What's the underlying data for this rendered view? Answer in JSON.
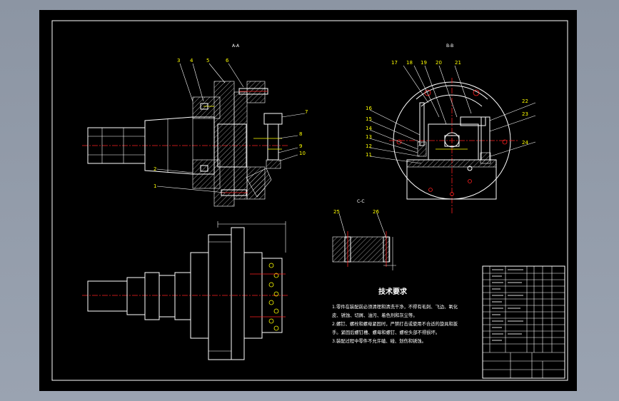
{
  "drawing": {
    "section_labels": {
      "aa": "A-A",
      "bb": "B-B",
      "cc": "C-C"
    },
    "view_a_callouts": [
      "3",
      "4",
      "5",
      "6",
      "7",
      "8",
      "9",
      "10",
      "2",
      "1"
    ],
    "view_b_callouts": [
      "17",
      "18",
      "19",
      "20",
      "21",
      "16",
      "15",
      "14",
      "13",
      "12",
      "11",
      "22",
      "23",
      "24"
    ],
    "view_c_callouts": [
      "25",
      "26"
    ],
    "tech_requirements": {
      "title": "技术要求",
      "lines": [
        "1.零件在装配前必须清理和清洗干净，不得有毛刺、飞边、氧化",
        "皮、锈蚀、切屑、油污、着色剂和灰尘等。",
        "2.螺钉、螺栓和螺母紧固时，严禁打击或使用不合适的旋具和扳",
        "手。紧固后螺钉槽、螺母和螺钉、螺栓头部不得损坏。",
        "3.装配过程中零件不允许磕、碰、划伤和锈蚀。"
      ]
    }
  }
}
